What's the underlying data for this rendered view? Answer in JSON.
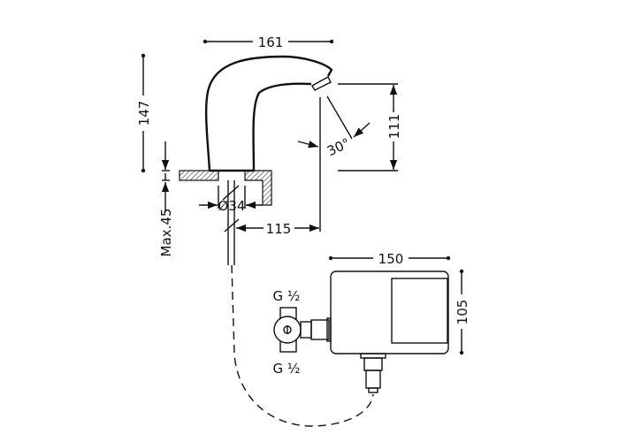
{
  "dimensions": {
    "width_faucet": "161",
    "height_total": "147",
    "spout_height": "111",
    "angle": "30°",
    "diameter": "Ø34",
    "max_thickness": "Max.45",
    "reach": "115",
    "box_width": "150",
    "box_height": "105"
  },
  "connections": {
    "inlet_top": "G ½",
    "inlet_bottom": "G ½"
  }
}
